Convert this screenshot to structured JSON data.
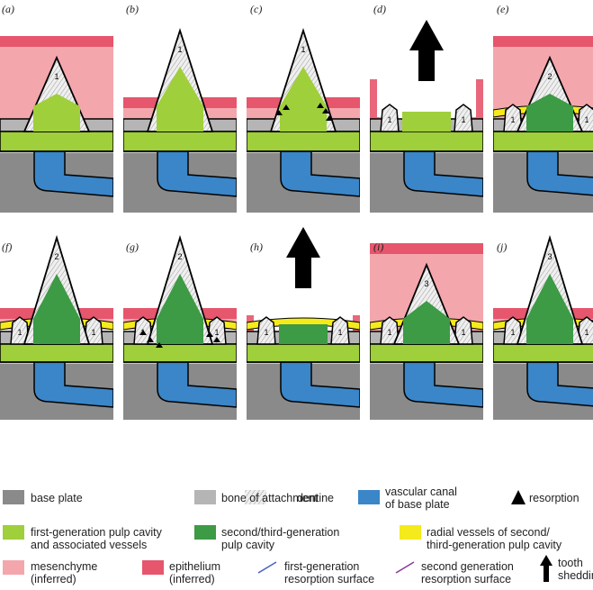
{
  "panels": [
    {
      "label": "(a)",
      "stage": "a"
    },
    {
      "label": "(b)",
      "stage": "b"
    },
    {
      "label": "(c)",
      "stage": "c"
    },
    {
      "label": "(d)",
      "stage": "d"
    },
    {
      "label": "(e)",
      "stage": "e"
    },
    {
      "label": "(f)",
      "stage": "f"
    },
    {
      "label": "(g)",
      "stage": "g"
    },
    {
      "label": "(h)",
      "stage": "h"
    },
    {
      "label": "(i)",
      "stage": "i"
    },
    {
      "label": "(j)",
      "stage": "j"
    }
  ],
  "tooth_numbers": {
    "first": "1",
    "second": "2",
    "third": "3"
  },
  "legend": {
    "base_plate": "base plate",
    "bone_of_attachment": "bone of attachment",
    "dentine": "dentine",
    "vascular_canal": "vascular canal\nof base plate",
    "resorption": "resorption",
    "first_gen_pulp": "first-generation pulp cavity\nand associated vessels",
    "second_third_gen_pulp": "second/third-generation\npulp cavity",
    "radial_vessels": "radial vessels of second/\nthird-generation pulp cavity",
    "mesenchyme": "mesenchyme\n(inferred)",
    "epithelium": "epithelium\n(inferred)",
    "first_gen_resorption_surface": "first-generation\nresorption surface",
    "second_gen_resorption_surface": "second generation\nresorption surface",
    "tooth_shedding": "tooth\nshedding"
  },
  "colors": {
    "base_plate": "#8a8a8a",
    "bone": "#b5b5b5",
    "vascular": "#3a86c8",
    "first_pulp": "#9fcf3a",
    "second_pulp": "#3d9a45",
    "radial": "#f5ea1c",
    "mesenchyme": "#f4a6ad",
    "epithelium": "#e6566d",
    "first_resorption_line": "#4a64c8",
    "second_resorption_line": "#8a3fa0",
    "dentine": "#e8e8e8"
  }
}
